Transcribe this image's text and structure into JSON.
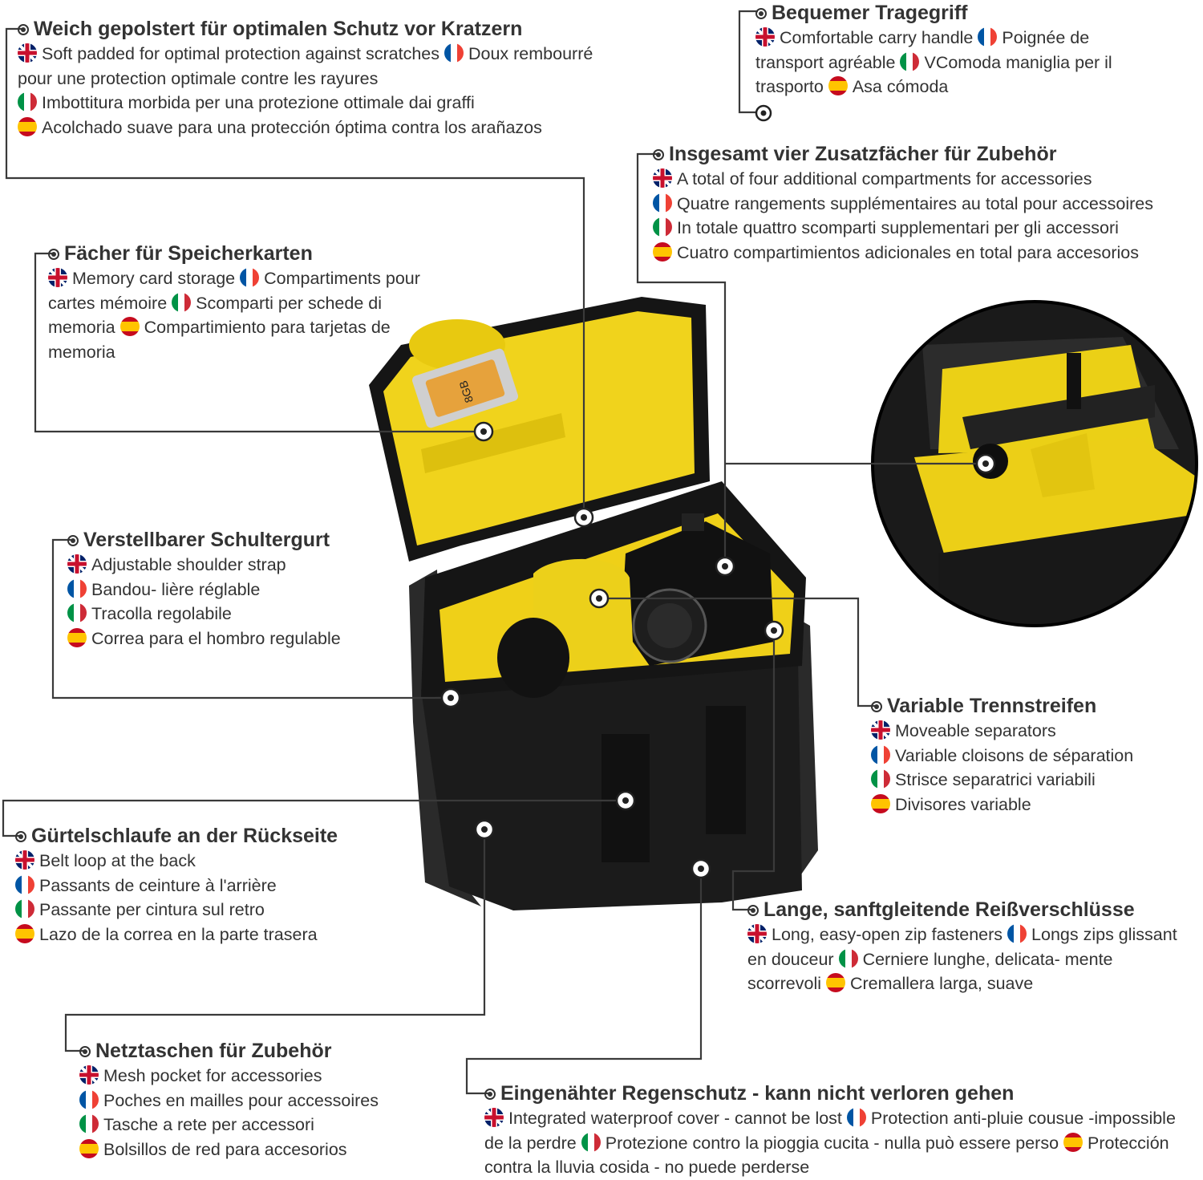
{
  "features": {
    "padded": {
      "title": "Weich gepolstert für optimalen Schutz vor Kratzern",
      "en": "Soft padded for optimal protection against scratches",
      "fr": "Doux rembourré pour une protection optimale contre les rayures",
      "it": "Imbottitura morbida per una protezione ottimale dai graffi",
      "es": "Acolchado suave para una protección óptima contra los arañazos"
    },
    "handle": {
      "title": "Bequemer Tragegriff",
      "en": "Comfortable carry handle",
      "fr": "Poignée de transport agréable",
      "it": "VComoda maniglia per il trasporto",
      "es": "Asa cómoda"
    },
    "compartments": {
      "title": "Insgesamt vier Zusatzfächer für Zubehör",
      "en": "A total of four additional compartments for accessories",
      "fr": "Quatre rangements supplémentaires au total pour accessoires",
      "it": "In totale quattro scomparti supplementari per gli accessori",
      "es": "Cuatro compartimientos adicionales en total para accesorios"
    },
    "memory": {
      "title": "Fächer für Speicherkarten",
      "en": "Memory card storage",
      "fr": "Compartiments pour cartes mémoire",
      "it": "Scomparti per schede di memoria",
      "es": "Compartimiento para tarjetas de memoria"
    },
    "strap": {
      "title": "Verstellbarer Schultergurt",
      "en": "Adjustable shoulder strap",
      "fr": "Bandou- lière réglable",
      "it": "Tracolla regolabile",
      "es": "Correa para el hombro regulable"
    },
    "separators": {
      "title": "Variable Trennstreifen",
      "en": "Moveable separators",
      "fr": "Variable cloisons de séparation",
      "it": "Strisce separatrici variabili",
      "es": "Divisores variable"
    },
    "belt": {
      "title": "Gürtelschlaufe an der Rückseite",
      "en": "Belt loop at the back",
      "fr": "Passants de ceinture à l'arrière",
      "it": "Passante per cintura sul retro",
      "es": "Lazo de la correa en la parte trasera"
    },
    "zips": {
      "title": "Lange, sanftgleitende Reißverschlüsse",
      "en": "Long, easy-open zip fasteners",
      "fr": "Longs zips glissant en douceur",
      "it": "Cerniere lunghe, delicata- mente scorrevoli",
      "es": "Cremallera larga, suave"
    },
    "mesh": {
      "title": "Netztaschen für Zubehör",
      "en": "Mesh pocket for accessories",
      "fr": "Poches en mailles pour accessoires",
      "it": "Tasche a rete per accessori",
      "es": "Bolsillos de red para accesorios"
    },
    "rain": {
      "title": "Eingenähter Regenschutz - kann nicht verloren gehen",
      "en": "Integrated waterproof cover - cannot be lost",
      "fr": "Protection anti-pluie cousue -impossible de la perdre",
      "it": "Protezione contro la pioggia cucita - nulla può essere perso",
      "es": "Protección contra la lluvia cosida - no puede perderse"
    }
  },
  "product": {
    "card_label": "8GB"
  },
  "colors": {
    "accent_yellow": "#f2d21a",
    "bag_black": "#1c1c1c",
    "text": "#333333"
  }
}
